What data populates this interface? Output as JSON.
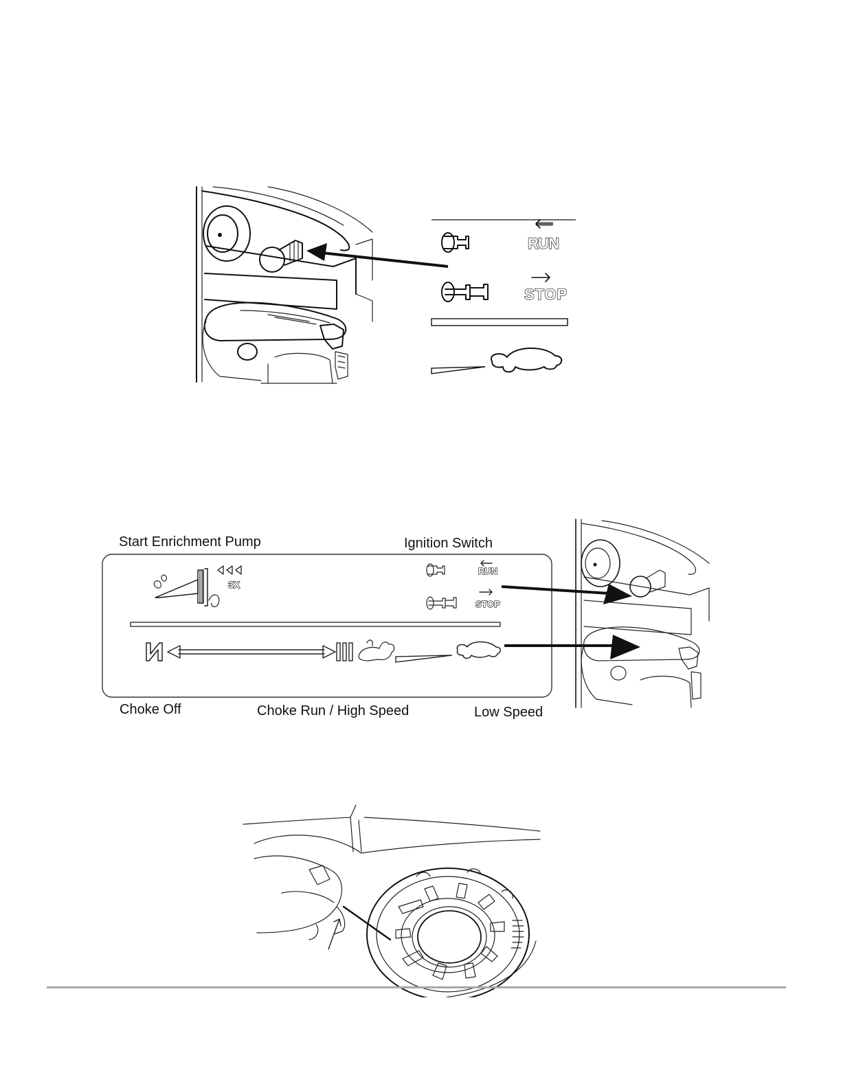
{
  "figure1": {
    "run_label": "RUN",
    "stop_label": "STOP"
  },
  "figure2": {
    "start_enrichment_pump": "Start Enrichment Pump",
    "ignition_switch": "Ignition Switch",
    "pump_count": "3X",
    "run_label": "RUN",
    "stop_label": "STOP",
    "choke_off": "Choke Off",
    "choke_run_high_speed": "Choke Run / High Speed",
    "low_speed": "Low Speed"
  }
}
